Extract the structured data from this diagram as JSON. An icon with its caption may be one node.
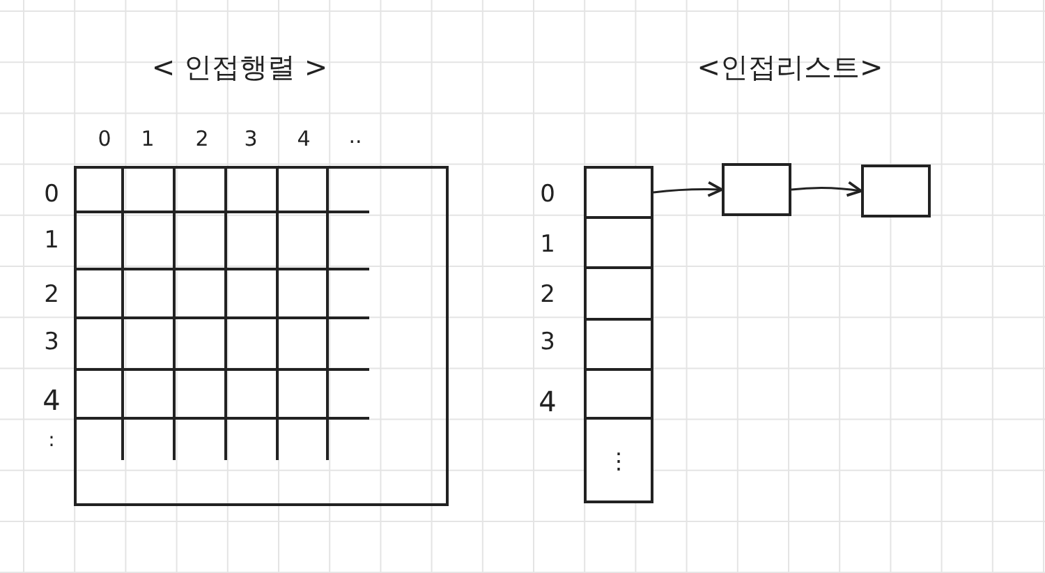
{
  "diagram": {
    "nodes": [
      {
        "text": [],
        "shape": "box"
      },
      {
        "text": [],
        "shape": "box"
      },
      {
        "text": [],
        "shape": "box"
      },
      {
        "text": [],
        "shape": "box"
      },
      {
        "text": [],
        "shape": "box"
      },
      {
        "text": [
          "⋮"
        ]
      },
      {
        "text": [],
        "shape": "box"
      },
      {
        "text": [],
        "shape": "box"
      }
    ],
    "edges": [
      {
        "from": 0,
        "to": 6,
        "arrow": "to"
      },
      {
        "from": 6,
        "to": 7,
        "arrow": "to"
      }
    ],
    "labels": [
      "< 인접행렬 >",
      "<인접리스트>",
      "0",
      "1",
      "2",
      "3",
      "4",
      "..",
      "0",
      "1",
      "2",
      "3",
      "4",
      ":",
      "0",
      "1",
      "2",
      "3",
      "4"
    ]
  }
}
